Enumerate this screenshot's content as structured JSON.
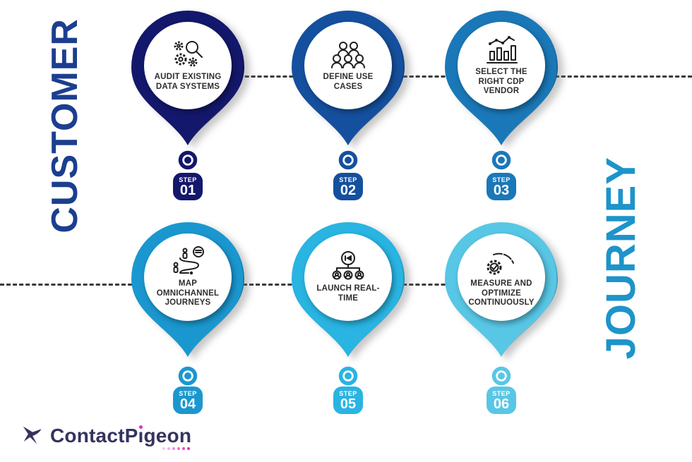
{
  "titles": {
    "left": "CUSTOMER",
    "right": "JOURNEY",
    "left_color": "#1b3e8f",
    "right_color": "#1d94ca"
  },
  "connector_line_color": "#3b3b3b",
  "steps": [
    {
      "step_label": "STEP",
      "number": "01",
      "title": "AUDIT EXISTING DATA SYSTEMS",
      "icon": "gears-magnifier-audit-icon",
      "color": "#13186c"
    },
    {
      "step_label": "STEP",
      "number": "02",
      "title": "DEFINE USE CASES",
      "icon": "user-group-icon",
      "color": "#15509e"
    },
    {
      "step_label": "STEP",
      "number": "03",
      "title": "SELECT THE RIGHT CDP VENDOR",
      "icon": "bar-chart-trend-icon",
      "color": "#1a78b8"
    },
    {
      "step_label": "STEP",
      "number": "04",
      "title": "MAP OMNICHANNEL JOURNEYS",
      "icon": "winding-journey-path-icon",
      "color": "#1b97cf"
    },
    {
      "step_label": "STEP",
      "number": "05",
      "title": "LAUNCH REAL-TIME",
      "icon": "megaphone-broadcast-icon",
      "color": "#29b4e2"
    },
    {
      "step_label": "STEP",
      "number": "06",
      "title": "MEASURE AND OPTIMIZE CONTINUOUSLY",
      "icon": "gauge-check-gear-icon",
      "color": "#58c7e5"
    }
  ],
  "logo": {
    "text_before_i": "ContactP",
    "i_char": "ı",
    "text_after_i": "geon",
    "text_color": "#34335f",
    "accent_dot_color": "#e12fbe",
    "icon": "hummingbird-logo-icon"
  }
}
